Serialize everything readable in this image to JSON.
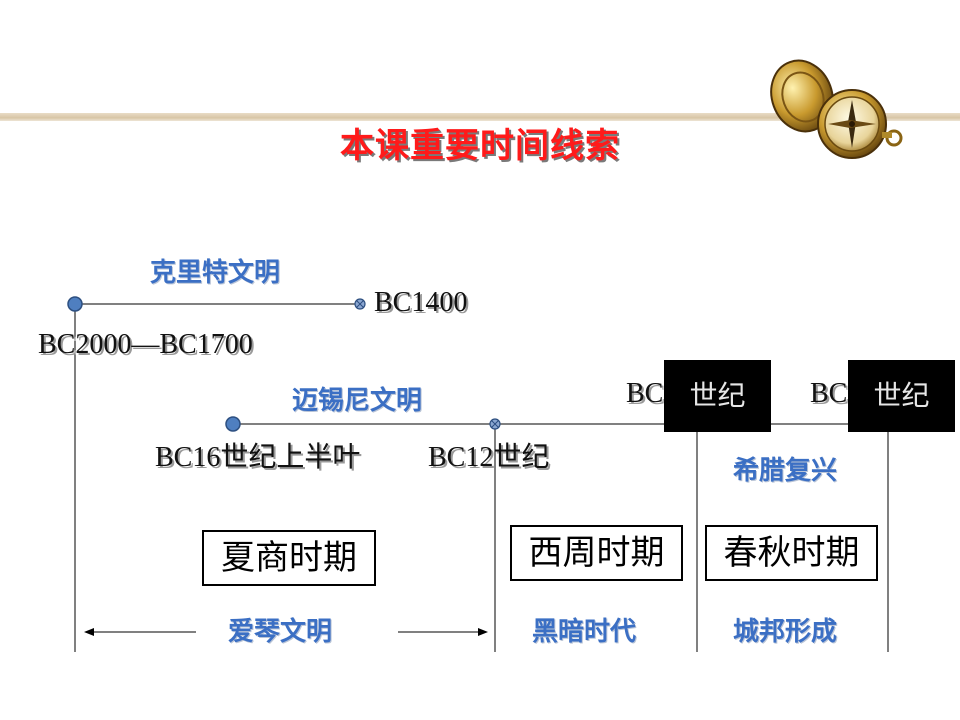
{
  "title": "本课重要时间线索",
  "timeline": {
    "crete": {
      "name": "克里特文明",
      "start": "BC2000—BC1700",
      "end": "BC1400"
    },
    "mycenae": {
      "name": "迈锡尼文明",
      "start": "BC16世纪上半叶",
      "end": "BC12世纪"
    },
    "markers": [
      {
        "prefix": "BC",
        "suffix": "世纪"
      },
      {
        "prefix": "BC",
        "suffix": "世纪"
      }
    ],
    "periods": [
      "夏商时期",
      "西周时期",
      "春秋时期"
    ],
    "eras": [
      "爱琴文明",
      "黑暗时代",
      "城邦形成"
    ],
    "revival": "希腊复兴"
  },
  "colors": {
    "title": "#ff1a1a",
    "label_blue": "#3b6fc4",
    "dot": "#4f7fc0"
  },
  "icons": [
    "compass-icon"
  ]
}
